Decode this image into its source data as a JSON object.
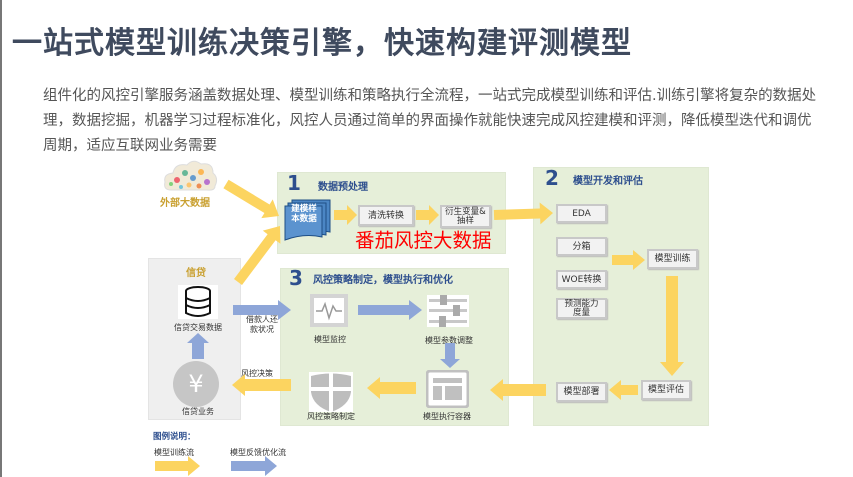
{
  "title": "一站式模型训练决策引擎，快速构建评测模型",
  "description": "组件化的风控引擎服务涵盖数据处理、模型训练和策略执行全流程，一站式完成模型训练和评估.训练引擎将复杂的数据处理，数据挖掘，机器学习过程标准化，风控人员通过简单的界面操作就能快速完成风控建模和评测，降低模型迭代和调优周期，适应互联网业务需要",
  "external": {
    "label": "外部大数据"
  },
  "credit": {
    "title": "信贷",
    "db_label": "信贷交易数据",
    "business_label": "信贷业务",
    "yuan": "¥"
  },
  "flow_labels": {
    "repayment": "借款人还款状况",
    "decision": "风控决策"
  },
  "stage1": {
    "number": "1",
    "title": "数据预处理",
    "sample": "建模样本数据",
    "clean": "清洗转换",
    "derive": "衍生变量&抽样"
  },
  "stage2": {
    "number": "2",
    "title": "模型开发和评估",
    "eda": "EDA",
    "binning": "分箱",
    "woe": "WOE转换",
    "predict": "预测能力度量",
    "train": "模型训练",
    "evaluate": "模型评估",
    "deploy": "模型部署"
  },
  "stage3": {
    "number": "3",
    "title": "风控策略制定，模型执行和优化",
    "monitor": "模型监控",
    "tuning": "模型参数调整",
    "container": "模型执行容器",
    "strategy": "风控策略制定"
  },
  "watermark": "番茄风控大数据",
  "legend": {
    "title": "图例说明：",
    "train_flow": "模型训练流",
    "feedback_flow": "模型反馈优化流"
  },
  "colors": {
    "train": "#fcd460",
    "feedback": "#8ea6d8",
    "panel": "#e6efd9",
    "title": "#3f4a5e"
  }
}
